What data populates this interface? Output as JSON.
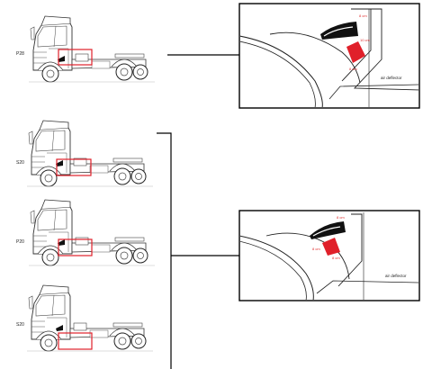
{
  "colors": {
    "highlight": "#e0202a",
    "line": "#000000",
    "truck_outline": "#333333",
    "mirror_fill": "#111111"
  },
  "trucks": [
    {
      "label": "P28"
    },
    {
      "label": "S20"
    },
    {
      "label": "P20"
    },
    {
      "label": "S20"
    }
  ],
  "details": [
    {
      "dim_top": "8 cm",
      "dim_side": "10 cm",
      "dim_bottom": "8 cm",
      "caption": "air deflector"
    },
    {
      "dim_top": "8 cm",
      "dim_side": "8 cm",
      "dim_bottom": "8 cm",
      "caption": "air deflector"
    }
  ]
}
